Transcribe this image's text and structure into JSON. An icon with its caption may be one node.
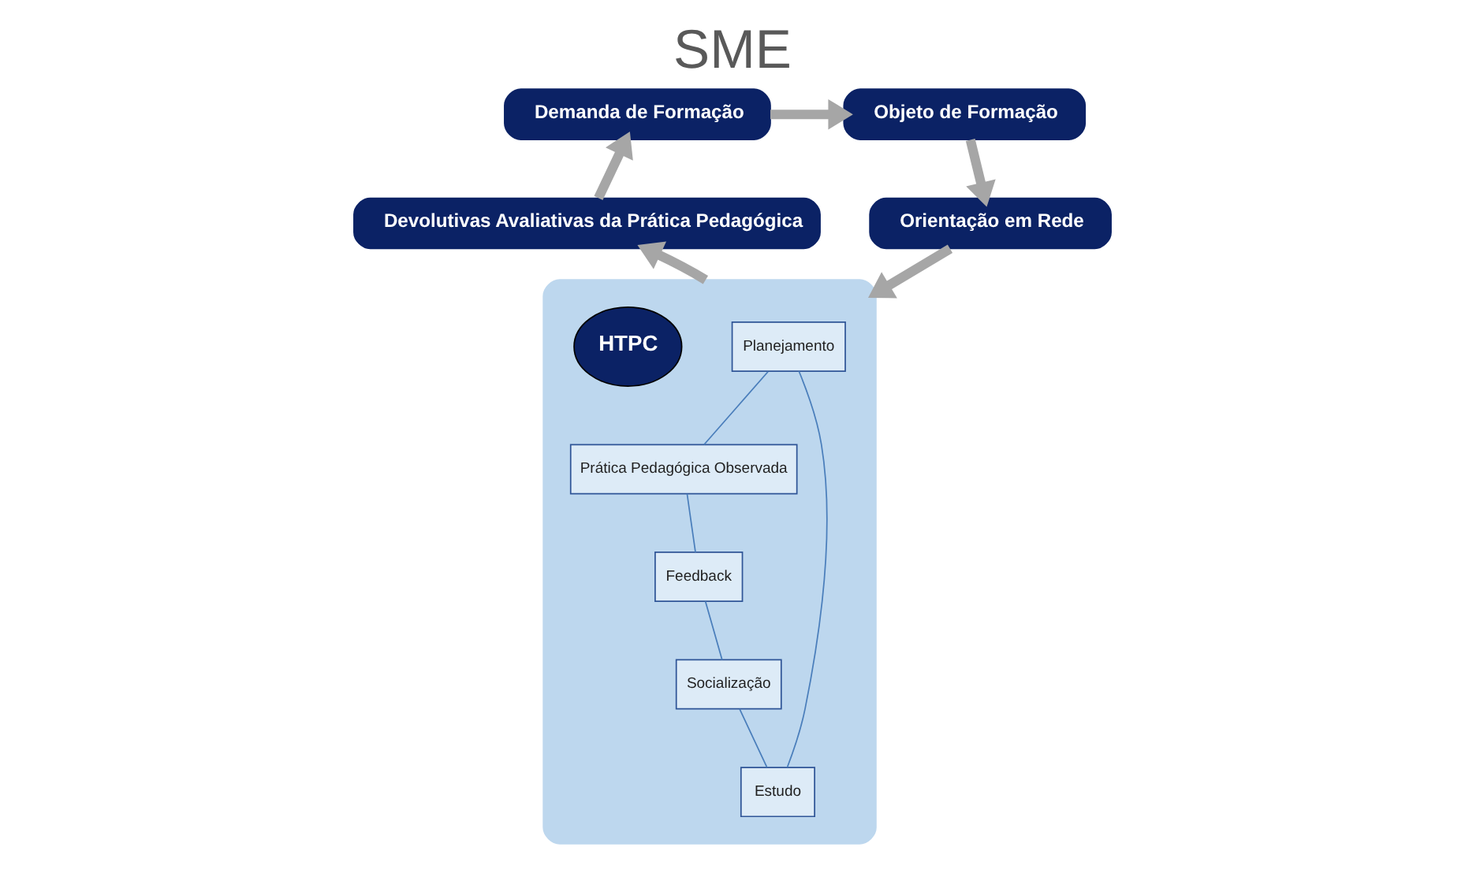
{
  "diagram": {
    "title": "SME",
    "nodes": [
      {
        "text": [
          "Demanda de Formação"
        ]
      },
      {
        "text": [
          "Objeto de Formação"
        ]
      },
      {
        "text": [
          "Orientação em Rede"
        ]
      },
      {
        "text": [
          "Devolutivas Avaliativas da Prática Pedagógica"
        ]
      },
      {
        "text": [],
        "shape": "ellipse"
      },
      {
        "text": [
          "Planejamento"
        ],
        "in": 4
      },
      {
        "text": [
          "Estudo"
        ],
        "in": 4
      },
      {
        "text": [
          "HTPC"
        ],
        "in": 4
      },
      {
        "text": [
          "Prática Pedagógica Observada"
        ],
        "in": 4
      },
      {
        "text": [
          "Socialização"
        ],
        "in": 4
      },
      {
        "text": [
          "Feedback"
        ],
        "in": 4
      }
    ],
    "edges": [
      {
        "from": 0,
        "to": 1,
        "arrow": "to",
        "style": "thick"
      },
      {
        "from": 1,
        "to": 2,
        "arrow": "to",
        "style": "thick"
      },
      {
        "from": 2,
        "to": 4,
        "arrow": "to",
        "style": "thick"
      },
      {
        "from": 4,
        "to": 3,
        "arrow": "to",
        "style": "thick"
      },
      {
        "from": 3,
        "to": 0,
        "arrow": "to",
        "style": "thick"
      },
      {
        "from": 5,
        "to": 8,
        "arrow": "none",
        "color": "#4a7ebb"
      },
      {
        "from": 8,
        "to": 10,
        "arrow": "none",
        "color": "#4a7ebb"
      },
      {
        "from": 10,
        "to": 9,
        "arrow": "none",
        "color": "#4a7ebb"
      },
      {
        "from": 9,
        "to": 6,
        "arrow": "none",
        "color": "#4a7ebb"
      },
      {
        "from": 6,
        "to": 5,
        "arrow": "none",
        "color": "#4a7ebb"
      }
    ]
  }
}
